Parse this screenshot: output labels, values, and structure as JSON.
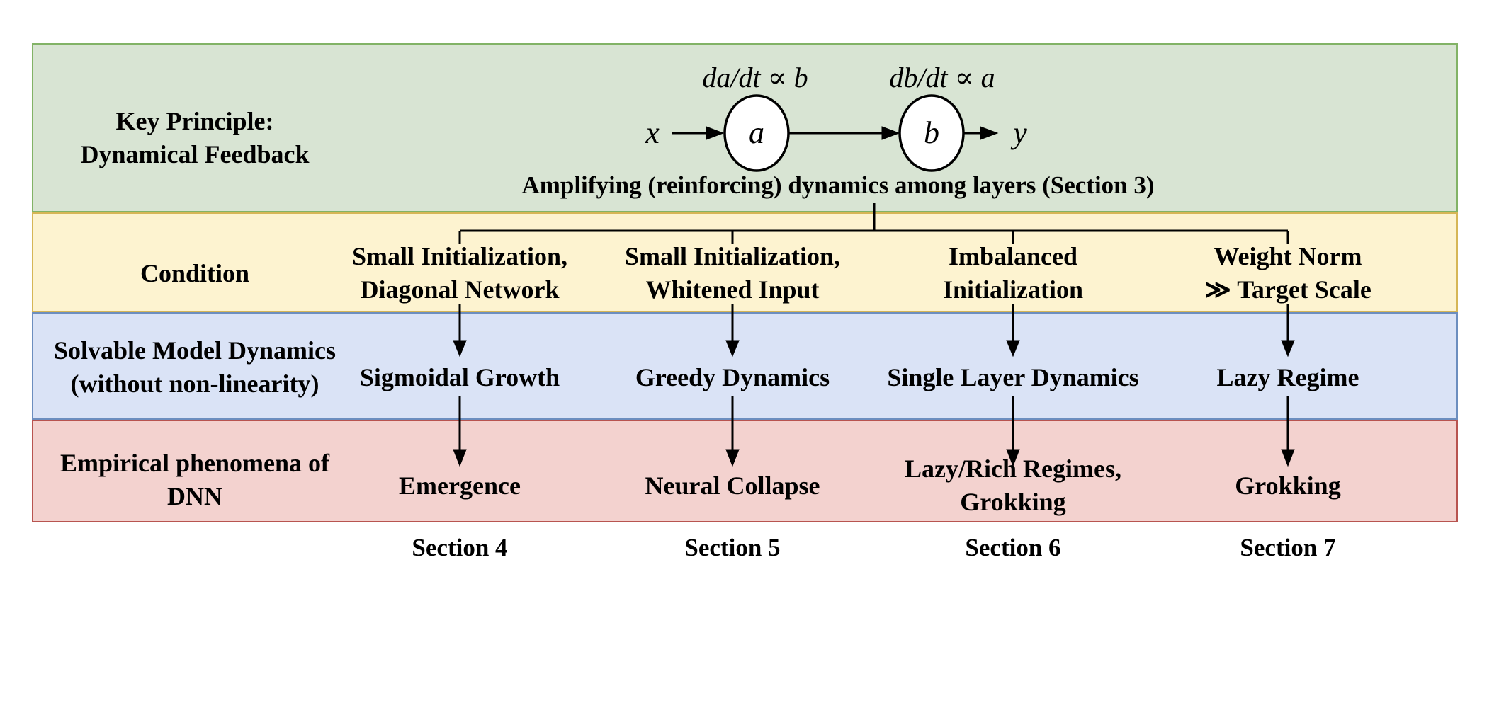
{
  "figure": {
    "principle": {
      "label": "Key Principle:\nDynamical Feedback",
      "formula_left": "da/dt ∝ b",
      "formula_right": "db/dt ∝ a",
      "input_symbol": "x",
      "node_a": "a",
      "node_b": "b",
      "output_symbol": "y",
      "caption": "Amplifying (reinforcing) dynamics among layers (Section 3)"
    },
    "condition": {
      "label": "Condition",
      "items": [
        "Small Initialization,\nDiagonal Network",
        "Small Initialization,\nWhitened Input",
        "Imbalanced\nInitialization",
        "Weight Norm\n≫ Target Scale"
      ]
    },
    "dynamics": {
      "label": "Solvable Model Dynamics\n(without non-linearity)",
      "items": [
        "Sigmoidal Growth",
        "Greedy Dynamics",
        "Single Layer Dynamics",
        "Lazy Regime"
      ]
    },
    "phenomena": {
      "label": "Empirical phenomena of\nDNN",
      "items": [
        "Emergence",
        "Neural Collapse",
        "Lazy/Rich Regimes,\nGrokking",
        "Grokking"
      ]
    },
    "sections": [
      "Section 4",
      "Section 5",
      "Section 6",
      "Section 7"
    ],
    "colors": {
      "principle_fill": "#d8e4d3",
      "principle_stroke": "#82b366",
      "condition_fill": "#fdf3d0",
      "condition_stroke": "#d6b656",
      "dynamics_fill": "#dae3f6",
      "dynamics_stroke": "#6c8ebf",
      "phenomena_fill": "#f3d2cf",
      "phenomena_stroke": "#b85450",
      "line": "#000000",
      "node_fill": "#ffffff"
    }
  }
}
